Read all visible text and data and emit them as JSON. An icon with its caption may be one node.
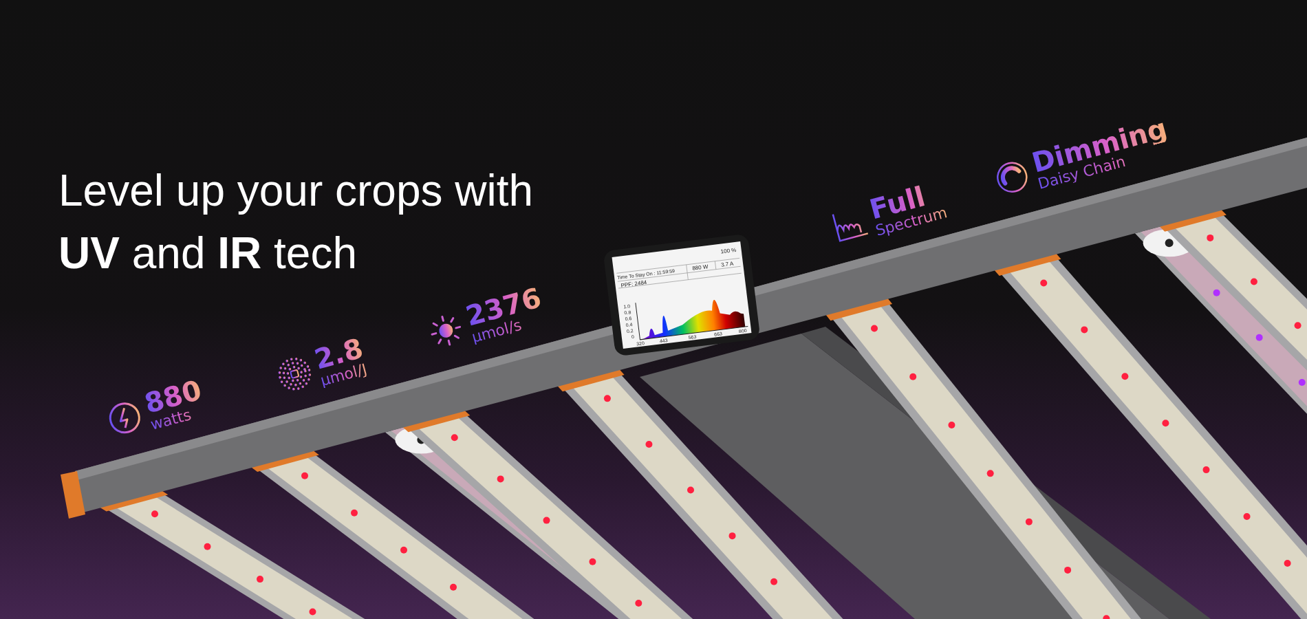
{
  "diagram": {
    "title": "Level up your crops with **UV** and **IR** tech",
    "labels": [
      "880",
      "watts",
      "2.8",
      "μmol/J",
      "2376",
      "μmol/s",
      "Time To Stay On : 11:59:59",
      "100 %",
      "PPF: 2484",
      "880 W",
      "3.7 A",
      "1.0",
      "0.8",
      "0.6",
      "0.4",
      "0.2",
      "0",
      "320",
      "443",
      "563",
      "663",
      "800",
      "Full",
      "Spectrum",
      "Dimming",
      "Daisy Chain"
    ]
  }
}
